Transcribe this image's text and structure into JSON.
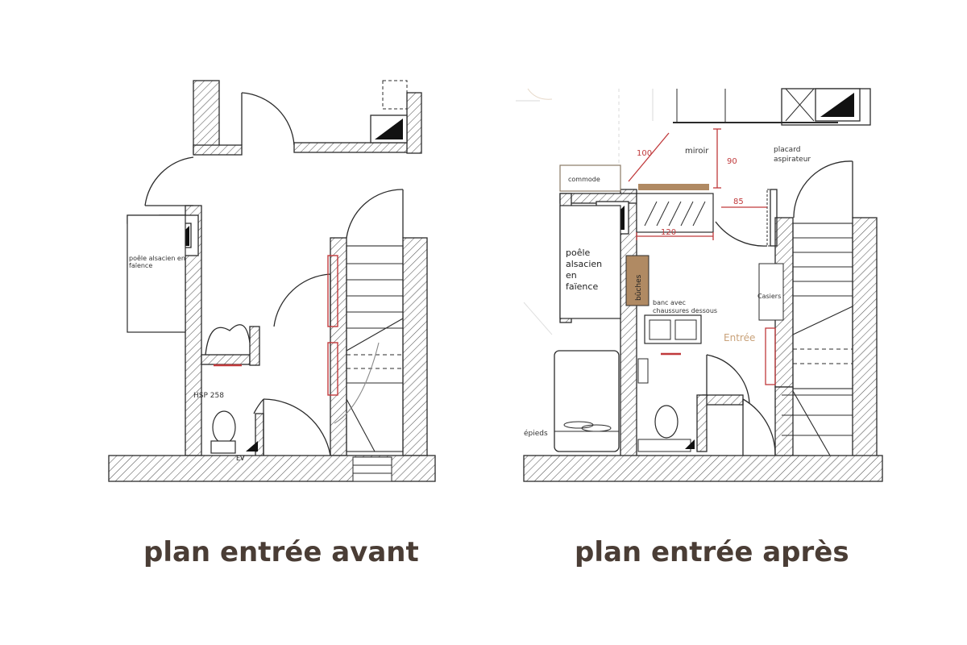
{
  "captions": {
    "before": "plan entrée avant",
    "after": "plan entrée après"
  },
  "before": {
    "stove_label_1": "poêle alsacien en",
    "stove_label_2": "faïence",
    "hsp_label": "HSP 258",
    "ev_label": "EV"
  },
  "after": {
    "commode": "commode",
    "miroir": "miroir",
    "placard_1": "placard",
    "placard_2": "aspirateur",
    "stove_1": "poêle",
    "stove_2": "alsacien",
    "stove_3": "en",
    "stove_4": "faïence",
    "buches": "bûches",
    "banc_1": "banc avec",
    "banc_2": "chaussures dessous",
    "casiers": "Casiers",
    "entree": "Entrée",
    "pieds": "épieds",
    "dim_100": "100",
    "dim_90": "90",
    "dim_85": "85",
    "dim_120": "120"
  },
  "colors": {
    "wall": "#2b2b2b",
    "dimension": "#c0393b",
    "wood": "#b08a63",
    "caption": "#4a3d35"
  }
}
